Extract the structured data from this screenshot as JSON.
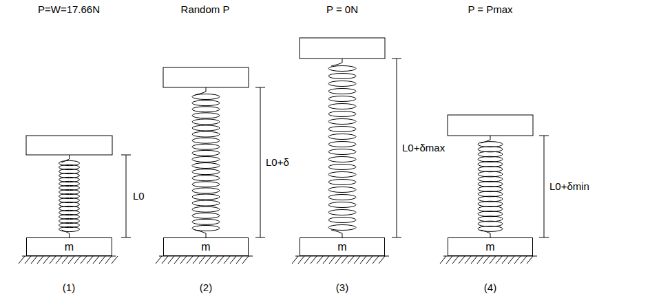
{
  "diagram": {
    "nodes": [
      {
        "text": [
          "m"
        ]
      },
      {
        "text": [
          "m"
        ]
      },
      {
        "text": [
          "m"
        ]
      },
      {
        "text": [
          "m"
        ]
      }
    ],
    "labels": [
      "P=W=17.66N",
      "Random P",
      "P = 0N",
      "P = Pmax",
      "L0",
      "L0+δ",
      "L0+δmax",
      "L0+δmin",
      "(1)",
      "(2)",
      "(3)",
      "(4)"
    ]
  }
}
